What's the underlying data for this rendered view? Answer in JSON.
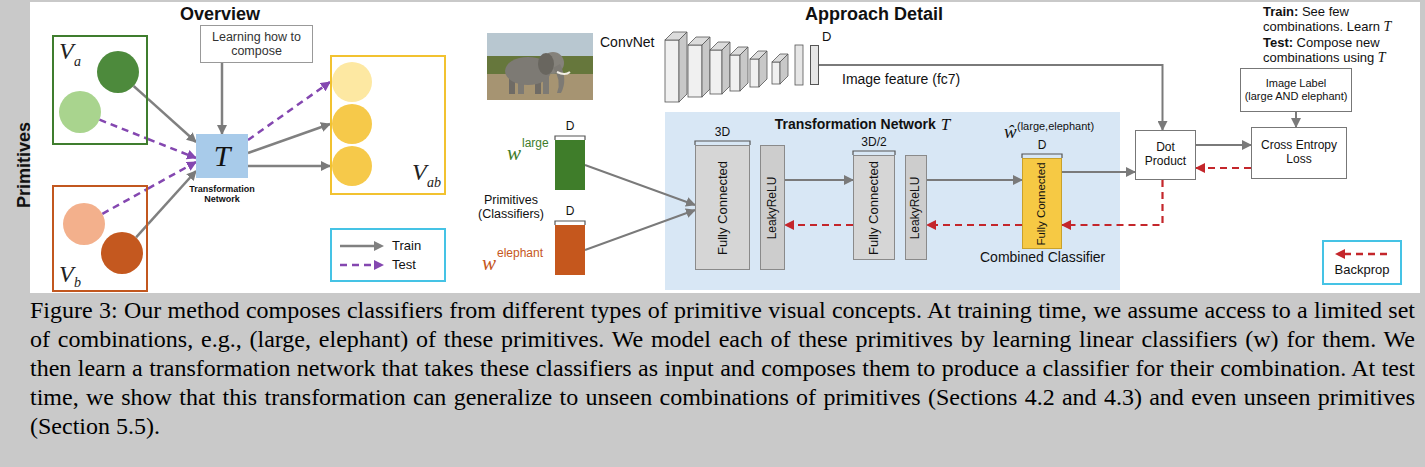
{
  "diagram": {
    "caption": "Figure 3: Our method composes classifiers from different types of primitive visual concepts. At training time, we assume access to a limited set of combinations, e.g., (large, elephant) of these primitives. We model each of these primitives by learning linear classifiers (w) for them. We then learn a transformation network that takes these classifiers as input and composes them to produce a classifier for their combination. At test time, we show that this transformation can generalize to unseen combinations of primitives (Sections 4.2 and 4.3) and even unseen primitives (Section 5.5).",
    "nodes": [
      {
        "text": [
          "V",
          "a"
        ]
      },
      {
        "text": [
          "Learning how to compose"
        ]
      },
      {
        "text": [
          "T",
          "Transformation Network"
        ]
      },
      {
        "text": [
          "V",
          "ab"
        ]
      },
      {
        "text": [
          "V",
          "b"
        ]
      },
      {
        "text": [
          "D"
        ]
      },
      {
        "text": [
          "Transformation Network",
          "T"
        ]
      },
      {
        "text": [
          "D"
        ]
      },
      {
        "text": [
          "D"
        ]
      },
      {
        "text": [
          "3D",
          "Fully Connected"
        ],
        "in": 6
      },
      {
        "text": [
          "LeakyReLU"
        ],
        "in": 6
      },
      {
        "text": [
          "3D/2",
          "Fully Connected"
        ],
        "in": 6
      },
      {
        "text": [
          "LeakyReLU"
        ],
        "in": 6
      },
      {
        "text": [
          "D",
          "Fully Connected"
        ],
        "in": 6
      },
      {
        "text": [
          "Dot Product"
        ]
      },
      {
        "text": [
          "Image Label",
          "(large AND elephant)"
        ]
      },
      {
        "text": [
          "Cross Entropy Loss"
        ]
      }
    ],
    "edges": [
      {
        "from": 0,
        "to": 2,
        "arrow": "to"
      },
      {
        "from": 0,
        "to": 2,
        "arrow": "to"
      },
      {
        "from": 4,
        "to": 2,
        "arrow": "to"
      },
      {
        "from": 4,
        "to": 2,
        "arrow": "to"
      },
      {
        "from": 1,
        "to": 2,
        "arrow": "to"
      },
      {
        "from": 2,
        "to": 3,
        "arrow": "to"
      },
      {
        "from": 2,
        "to": 3,
        "arrow": "to"
      },
      {
        "from": 2,
        "to": 3,
        "arrow": "to"
      },
      {
        "from": 7,
        "to": 9,
        "arrow": "to"
      },
      {
        "from": 8,
        "to": 9,
        "arrow": "to"
      },
      {
        "from": 10,
        "to": 11,
        "arrow": "to"
      },
      {
        "from": 11,
        "to": 10,
        "arrow": "to"
      },
      {
        "from": 12,
        "to": 13,
        "arrow": "to"
      },
      {
        "from": 13,
        "to": 12,
        "arrow": "to"
      },
      {
        "from": 13,
        "to": 14,
        "arrow": "to"
      },
      {
        "from": 14,
        "to": 13,
        "arrow": "to"
      },
      {
        "from": 14,
        "to": 16,
        "arrow": "to"
      },
      {
        "from": 16,
        "to": 14,
        "arrow": "to"
      },
      {
        "from": 15,
        "to": 16,
        "arrow": "to"
      },
      {
        "from": 5,
        "to": 14,
        "arrow": "to"
      }
    ],
    "labels": [
      "Overview",
      "Primitives",
      "Approach Detail",
      "ConvNet",
      "Image feature (fc7)",
      "w",
      "large",
      "Primitives (Classifiers)",
      "w",
      "elephant",
      "ŵ",
      "(large,elephant)",
      "Combined Classifier",
      "Train:",
      "See few combinations. Learn",
      "T",
      "Test:",
      "Compose new combinations using",
      "T"
    ],
    "legend": [
      {
        "text": "Train"
      },
      {
        "text": "Test"
      },
      {
        "text": "Backprop"
      }
    ]
  }
}
